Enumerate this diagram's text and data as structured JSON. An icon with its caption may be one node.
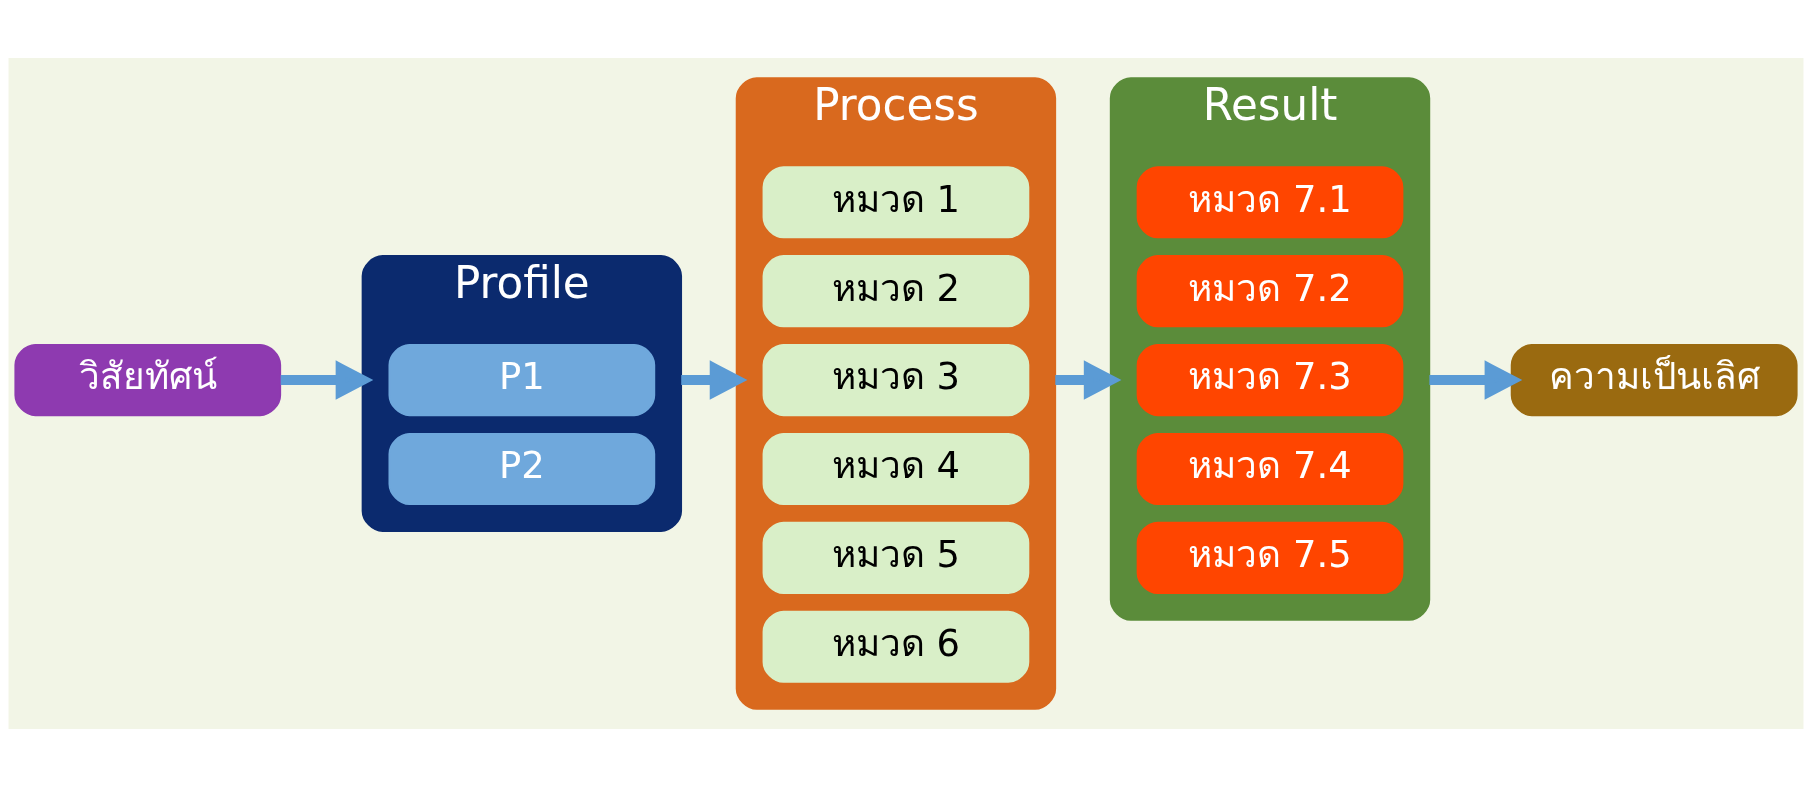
{
  "diagram": {
    "nodes": [
      {
        "text": [
          "วิสัยทัศน์"
        ]
      },
      {
        "text": [
          "Profile"
        ]
      },
      {
        "text": [
          "P1"
        ],
        "in": 1
      },
      {
        "text": [
          "P2"
        ],
        "in": 1
      },
      {
        "text": [
          "Process"
        ]
      },
      {
        "text": [
          "หมวด 1"
        ],
        "in": 4
      },
      {
        "text": [
          "หมวด 2"
        ],
        "in": 4
      },
      {
        "text": [
          "หมวด 3"
        ],
        "in": 4
      },
      {
        "text": [
          "หมวด 4"
        ],
        "in": 4
      },
      {
        "text": [
          "หมวด 5"
        ],
        "in": 4
      },
      {
        "text": [
          "หมวด 6"
        ],
        "in": 4
      },
      {
        "text": [
          "Result"
        ]
      },
      {
        "text": [
          "หมวด 7.1"
        ],
        "in": 11
      },
      {
        "text": [
          "หมวด 7.2"
        ],
        "in": 11
      },
      {
        "text": [
          "หมวด 7.3"
        ],
        "in": 11
      },
      {
        "text": [
          "หมวด 7.4"
        ],
        "in": 11
      },
      {
        "text": [
          "หมวด 7.5"
        ],
        "in": 11
      },
      {
        "text": [
          "ความเป็นเลิศ"
        ]
      }
    ],
    "edges": [
      {
        "from": 0,
        "to": 1,
        "arrow": "to"
      },
      {
        "from": 1,
        "to": 4,
        "arrow": "to"
      },
      {
        "from": 4,
        "to": 11,
        "arrow": "to"
      },
      {
        "from": 11,
        "to": 17,
        "arrow": "to"
      }
    ]
  }
}
